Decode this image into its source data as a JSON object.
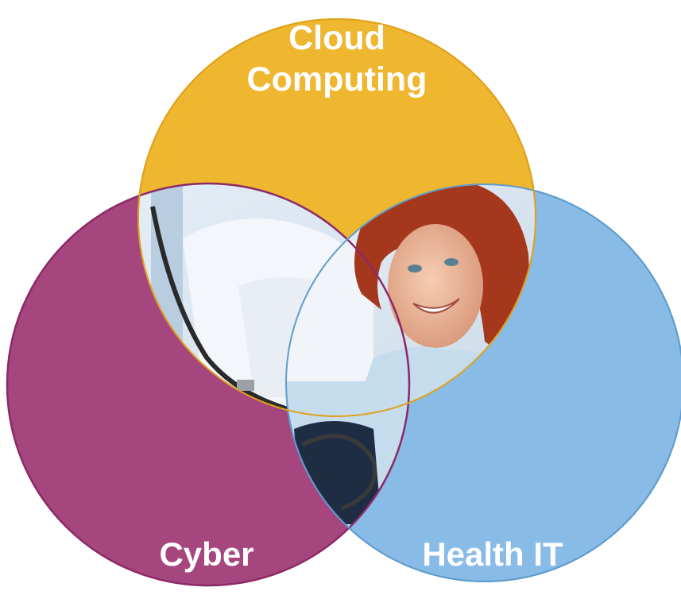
{
  "diagram": {
    "circles": [
      {
        "id": "cloud",
        "lines": [
          "Cloud",
          "Computing"
        ],
        "color": "#efb62f"
      },
      {
        "id": "cyber",
        "label": "Cyber",
        "color": "#a6467f"
      },
      {
        "id": "health",
        "label": "Health IT",
        "color": "#88bbe6"
      }
    ],
    "photo": {
      "subject": "smiling woman in hospital bed with blood pressure cuff"
    },
    "colors": {
      "label_text": "#ffffff",
      "cloud_stroke": "#e0a11d",
      "cyber_stroke": "#7a1f57",
      "health_stroke": "#5e9ccc"
    }
  }
}
